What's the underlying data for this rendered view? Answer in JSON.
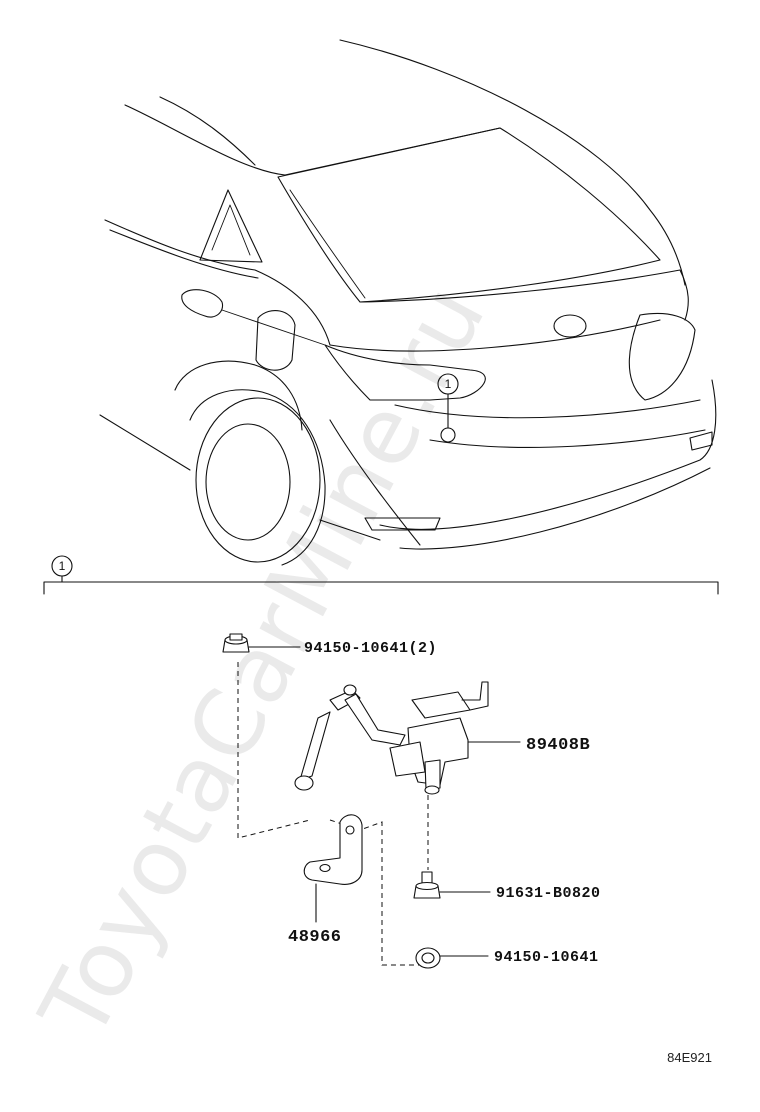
{
  "diagram": {
    "callout_number": "1",
    "section_marker": "1",
    "parts": [
      {
        "id": "94150-10641(2)",
        "name": "nut-top"
      },
      {
        "id": "89408B",
        "name": "height-sensor"
      },
      {
        "id": "91631-B0820",
        "name": "bolt"
      },
      {
        "id": "48966",
        "name": "bracket"
      },
      {
        "id": "94150-10641",
        "name": "nut-bottom"
      }
    ],
    "drawing_code": "84E921",
    "watermark": "ToyotaCarMine.ru"
  }
}
